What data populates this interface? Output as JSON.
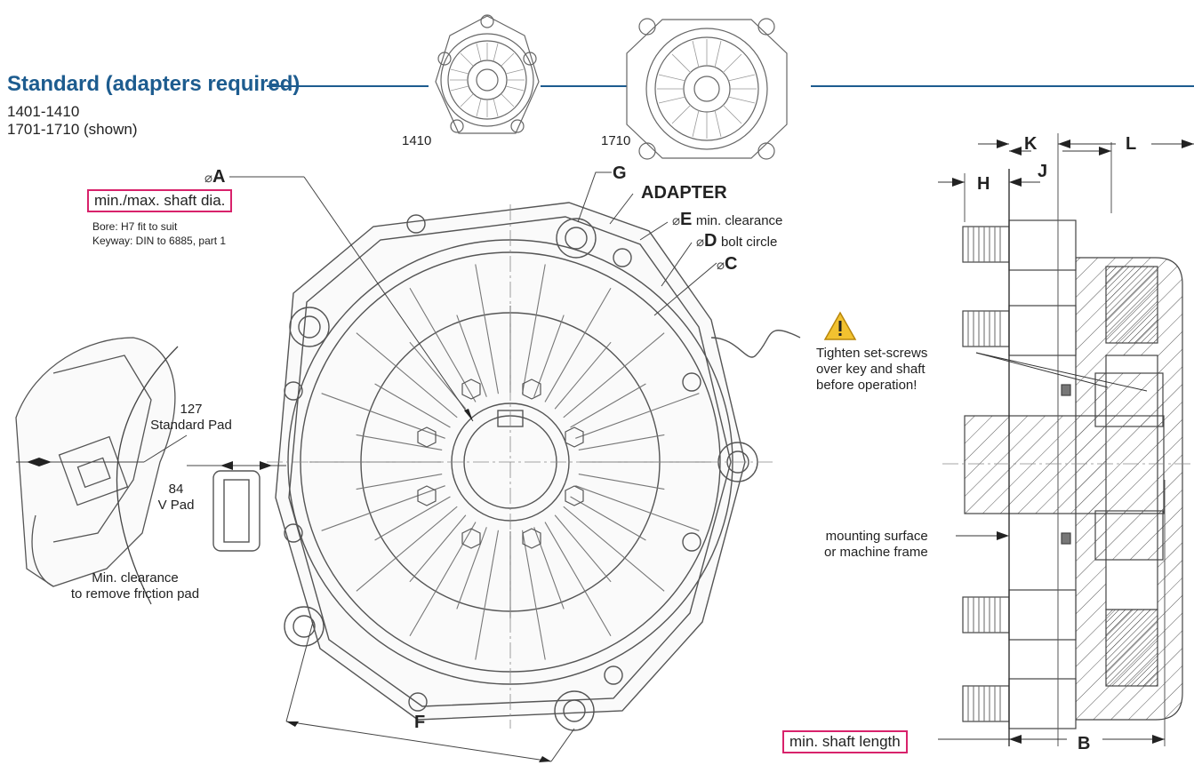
{
  "header": {
    "title": "Standard (adapters required)",
    "models": [
      "1401-1410",
      "1701-1710 (shown)"
    ]
  },
  "thumbnails": [
    {
      "label": "1410"
    },
    {
      "label": "1710"
    }
  ],
  "front_view": {
    "dim_A": "A",
    "dim_A_prefix": "⌀",
    "shaft_dia_label": "min./max. shaft dia.",
    "bore_note": "Bore: H7 fit to suit",
    "keyway_note": "Keyway: DIN to 6885, part 1",
    "dim_G": "G",
    "adapter_label": "ADAPTER",
    "dim_E": "E",
    "dim_E_desc": "min. clearance",
    "dim_D": "D",
    "dim_D_desc": "bolt circle",
    "dim_C": "C",
    "dim_F": "F"
  },
  "pad_detail": {
    "standard_value": "127",
    "standard_label": "Standard Pad",
    "v_value": "84",
    "v_label": "V Pad",
    "clearance_note_1": "Min. clearance",
    "clearance_note_2": "to remove friction pad"
  },
  "side_view": {
    "dim_K": "K",
    "dim_L": "L",
    "dim_J": "J",
    "dim_H": "H",
    "warning_icon": "warning-triangle-icon",
    "warning_lines": [
      "Tighten set-screws",
      "over key and shaft",
      "before operation!"
    ],
    "mounting_lines": [
      "mounting surface",
      "or machine frame"
    ],
    "shaft_length_label": "min. shaft length",
    "dim_B": "B"
  },
  "colors": {
    "title": "#1d5c8f",
    "rule": "#1d5c8f",
    "highlight_border": "#d8226b",
    "warning_fill": "#f2c230"
  }
}
